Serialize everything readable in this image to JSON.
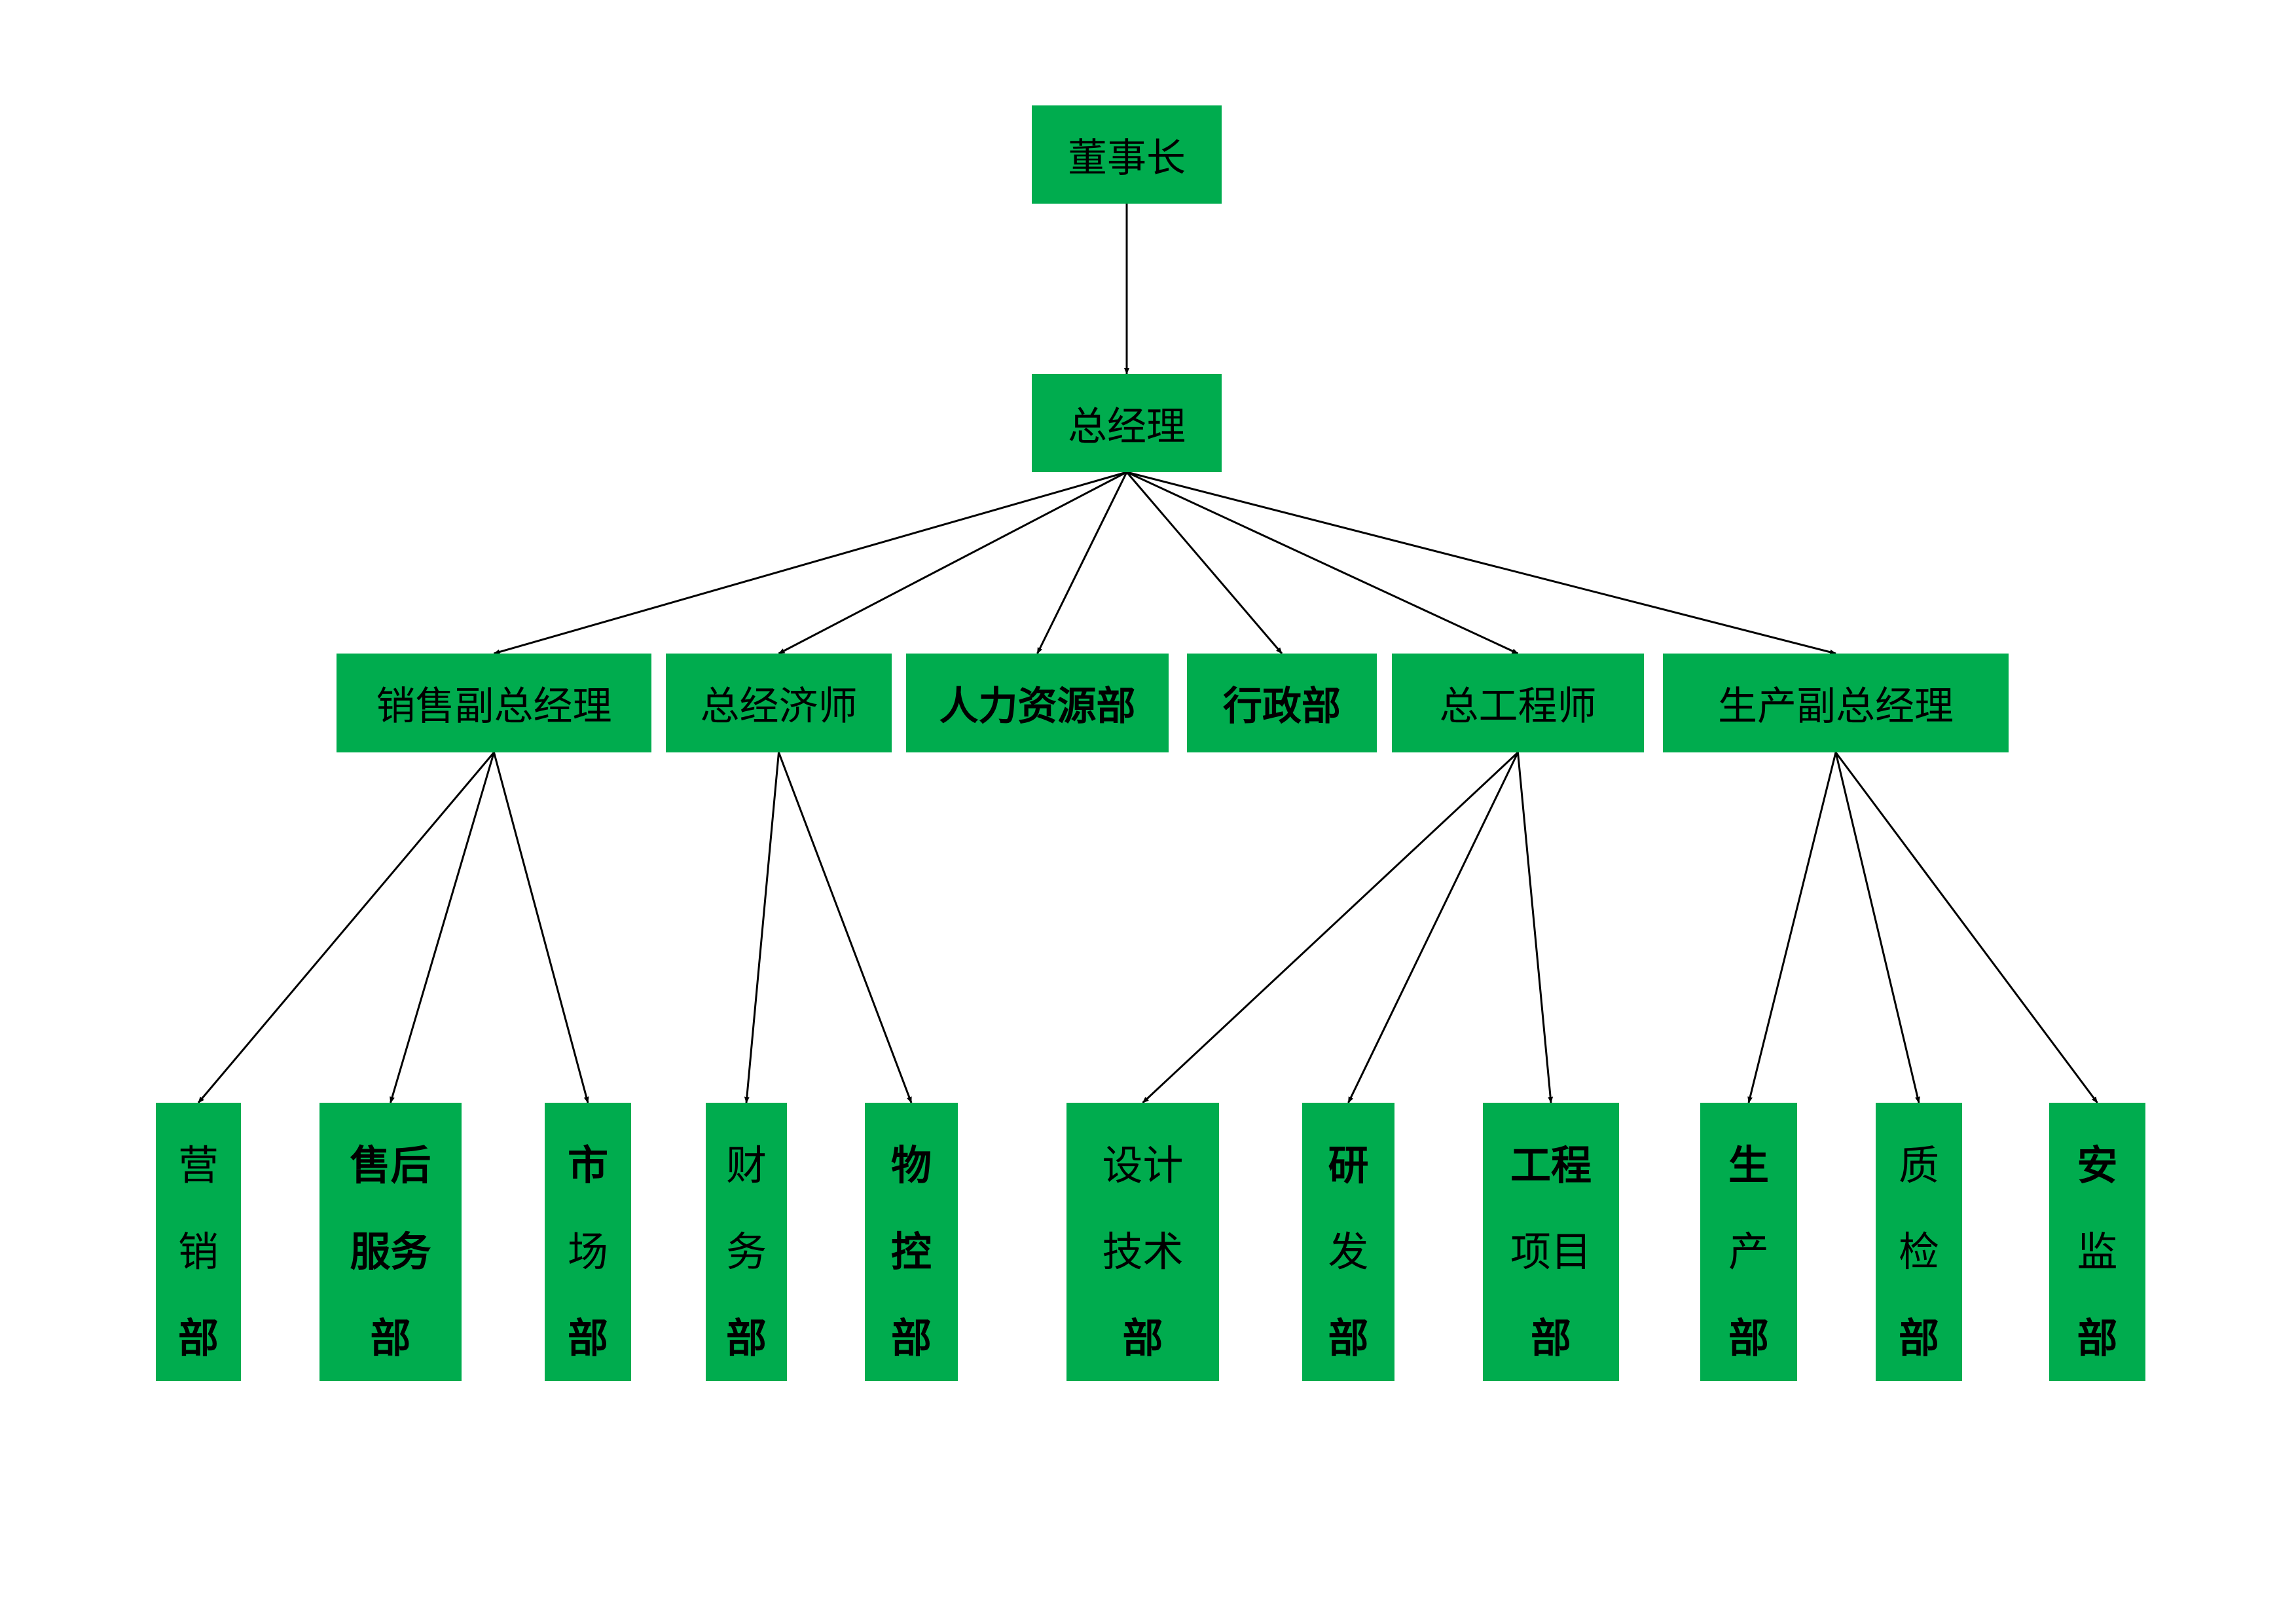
{
  "colors": {
    "box_fill": "#00ac4e",
    "line": "#000000",
    "text": "#000000",
    "background": "#ffffff"
  },
  "root": {
    "label": "董事长"
  },
  "gm": {
    "label": "总经理"
  },
  "level2": [
    {
      "id": "sales-vp",
      "label": "销售副总经理"
    },
    {
      "id": "chief-economist",
      "label": "总经济师"
    },
    {
      "id": "hr",
      "label": "人力资源部"
    },
    {
      "id": "admin",
      "label": "行政部"
    },
    {
      "id": "chief-engineer",
      "label": "总工程师"
    },
    {
      "id": "production-vp",
      "label": "生产副总经理"
    }
  ],
  "level3": [
    {
      "id": "marketing",
      "parent": "sales-vp",
      "lines": [
        "营",
        "销",
        "部"
      ]
    },
    {
      "id": "after-sales",
      "parent": "sales-vp",
      "lines": [
        "售后",
        "服务",
        "部"
      ]
    },
    {
      "id": "market",
      "parent": "sales-vp",
      "lines": [
        "市",
        "场",
        "部"
      ]
    },
    {
      "id": "finance",
      "parent": "chief-economist",
      "lines": [
        "财",
        "务",
        "部"
      ]
    },
    {
      "id": "material-control",
      "parent": "chief-economist",
      "lines": [
        "物",
        "控",
        "部"
      ]
    },
    {
      "id": "design-tech",
      "parent": "chief-engineer",
      "lines": [
        "设计",
        "技术",
        "部"
      ]
    },
    {
      "id": "rnd",
      "parent": "chief-engineer",
      "lines": [
        "研",
        "发",
        "部"
      ]
    },
    {
      "id": "engineering-projects",
      "parent": "chief-engineer",
      "lines": [
        "工程",
        "项目",
        "部"
      ]
    },
    {
      "id": "production",
      "parent": "production-vp",
      "lines": [
        "生",
        "产",
        "部"
      ]
    },
    {
      "id": "quality",
      "parent": "production-vp",
      "lines": [
        "质",
        "检",
        "部"
      ]
    },
    {
      "id": "safety",
      "parent": "production-vp",
      "lines": [
        "安",
        "监",
        "部"
      ]
    }
  ]
}
